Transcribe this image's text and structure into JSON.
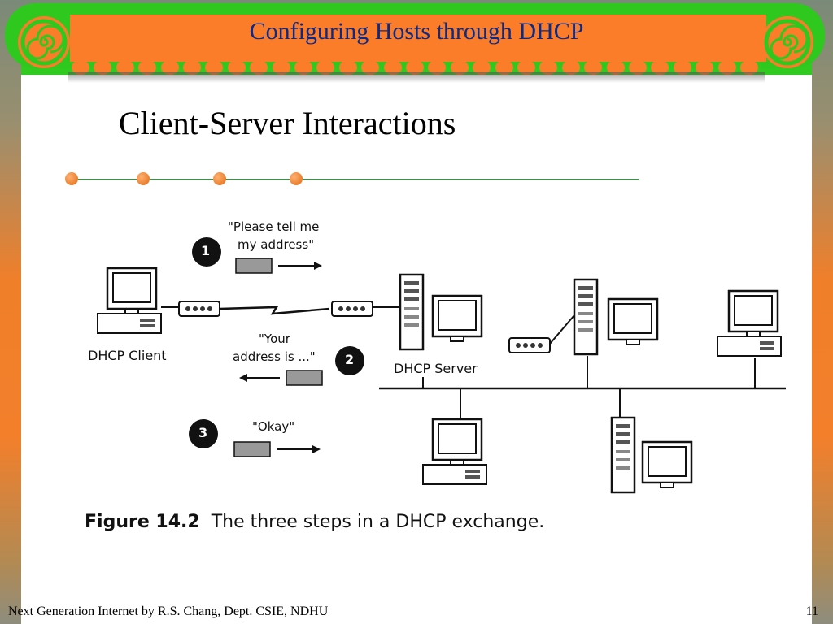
{
  "header": {
    "title": "Configuring Hosts through DHCP"
  },
  "slide": {
    "title": "Client-Server Interactions"
  },
  "figure": {
    "step1_label": "\"Please tell me my address\"",
    "step1_line1": "\"Please tell me",
    "step1_line2": "my address\"",
    "step2_line1": "\"Your",
    "step2_line2": "address is ...\"",
    "step3_label": "\"Okay\"",
    "step1_num": "1",
    "step2_num": "2",
    "step3_num": "3",
    "client_label": "DHCP Client",
    "server_label": "DHCP Server",
    "caption_number": "Figure 14.2",
    "caption_text": "The three steps in a DHCP exchange."
  },
  "footer": {
    "source": "Next Generation Internet by R.S. Chang, Dept. CSIE, NDHU",
    "page_number": "11"
  },
  "colors": {
    "orange": "#fb7d2a",
    "green": "#2ec81f",
    "title_blue": "#0a2a8a"
  }
}
